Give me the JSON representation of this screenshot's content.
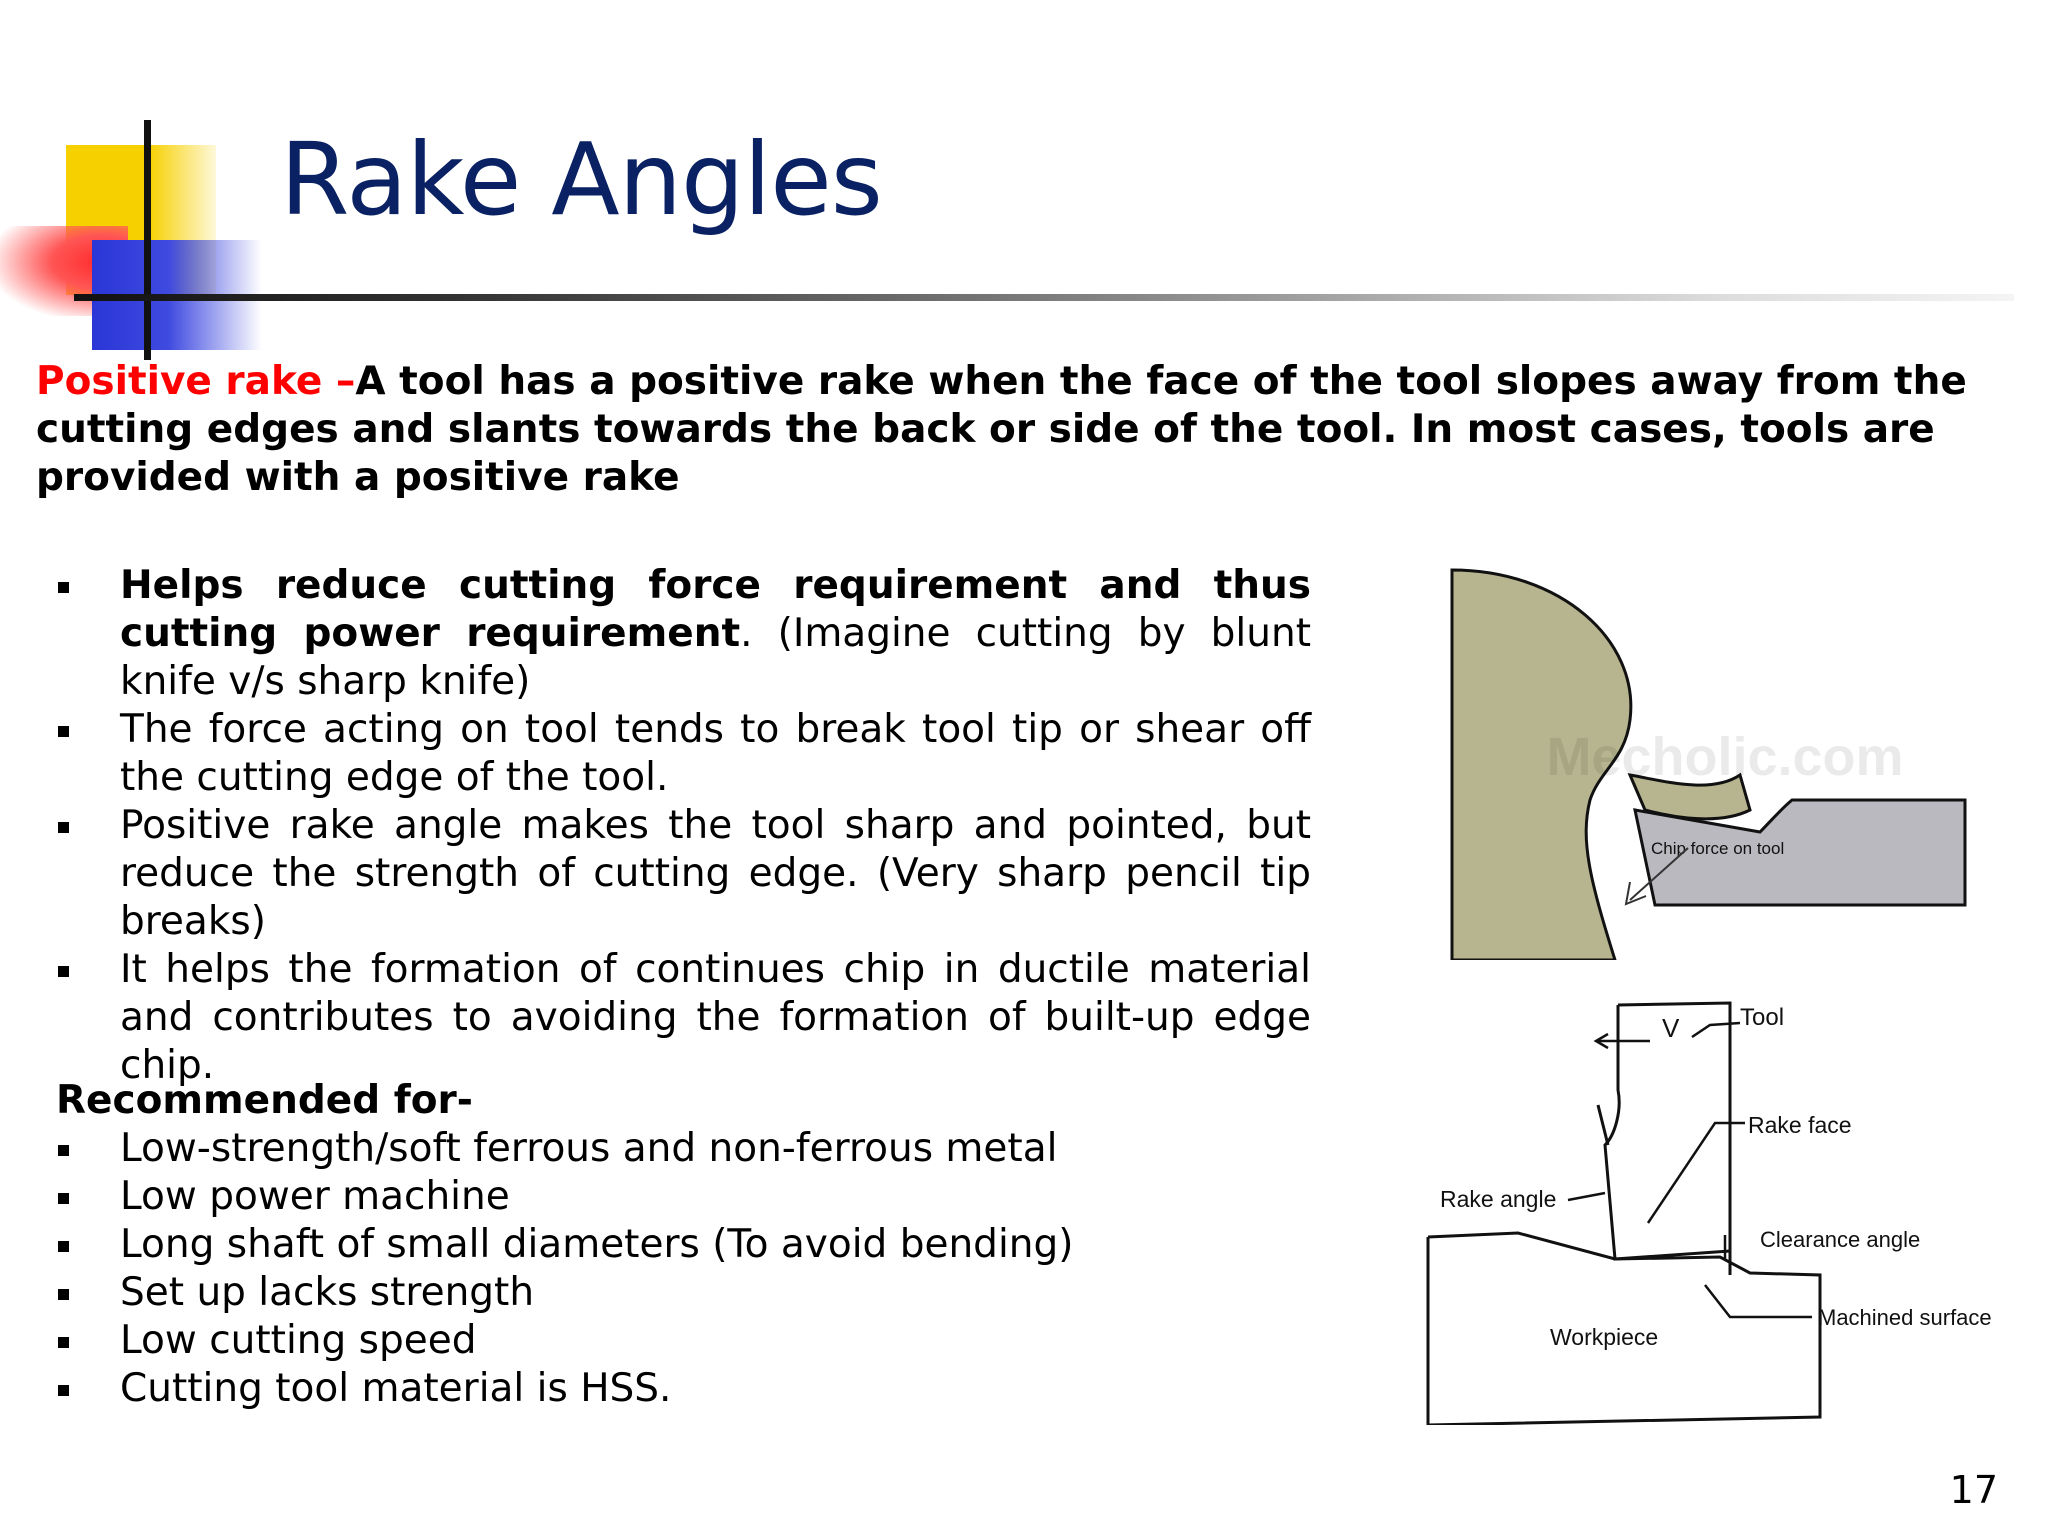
{
  "slide": {
    "title": "Rake Angles",
    "intro": {
      "term": "Positive rake",
      "dash": " –",
      "text": "A tool has a positive rake when the face of the tool slopes away from the cutting edges and slants towards the back or side of the tool. In most cases, tools are provided with a positive rake"
    },
    "bullets": [
      {
        "bold": "Helps reduce cutting force requirement and thus cutting power requirement",
        "text": ". (Imagine cutting by blunt knife v/s sharp knife)"
      },
      {
        "bold": "",
        "text": "The force acting on tool tends to break tool tip or shear off the cutting edge of the tool."
      },
      {
        "bold": "",
        "text": "Positive rake angle makes the tool sharp and pointed, but reduce the strength of cutting edge. (Very sharp pencil tip breaks)"
      },
      {
        "bold": "",
        "text": "It helps the formation of continues chip in ductile material and contributes to avoiding the formation of built-up edge chip."
      }
    ],
    "recommended_heading": "Recommended for-",
    "recommended": [
      "Low-strength/soft ferrous and non-ferrous metal",
      "Low power machine",
      "Long shaft of small diameters (To avoid bending)",
      "Set up lacks strength",
      "Low cutting speed",
      "Cutting tool material is HSS."
    ],
    "figure1": {
      "watermark": "Mecholic.com",
      "label_chip_force": "Chip force on tool",
      "colors": {
        "workpiece": "#b7b58f",
        "tool": "#b9b9bf"
      }
    },
    "figure2": {
      "label_v": "V",
      "label_tool": "Tool",
      "label_rake_face": "Rake face",
      "label_rake_angle": "Rake angle",
      "label_clearance_angle": "Clearance angle",
      "label_machined_surface": "Machined surface",
      "label_workpiece": "Workpiece"
    },
    "page_number": "17",
    "colors": {
      "title": "#0a2163",
      "accent_red": "#ff0000"
    }
  }
}
